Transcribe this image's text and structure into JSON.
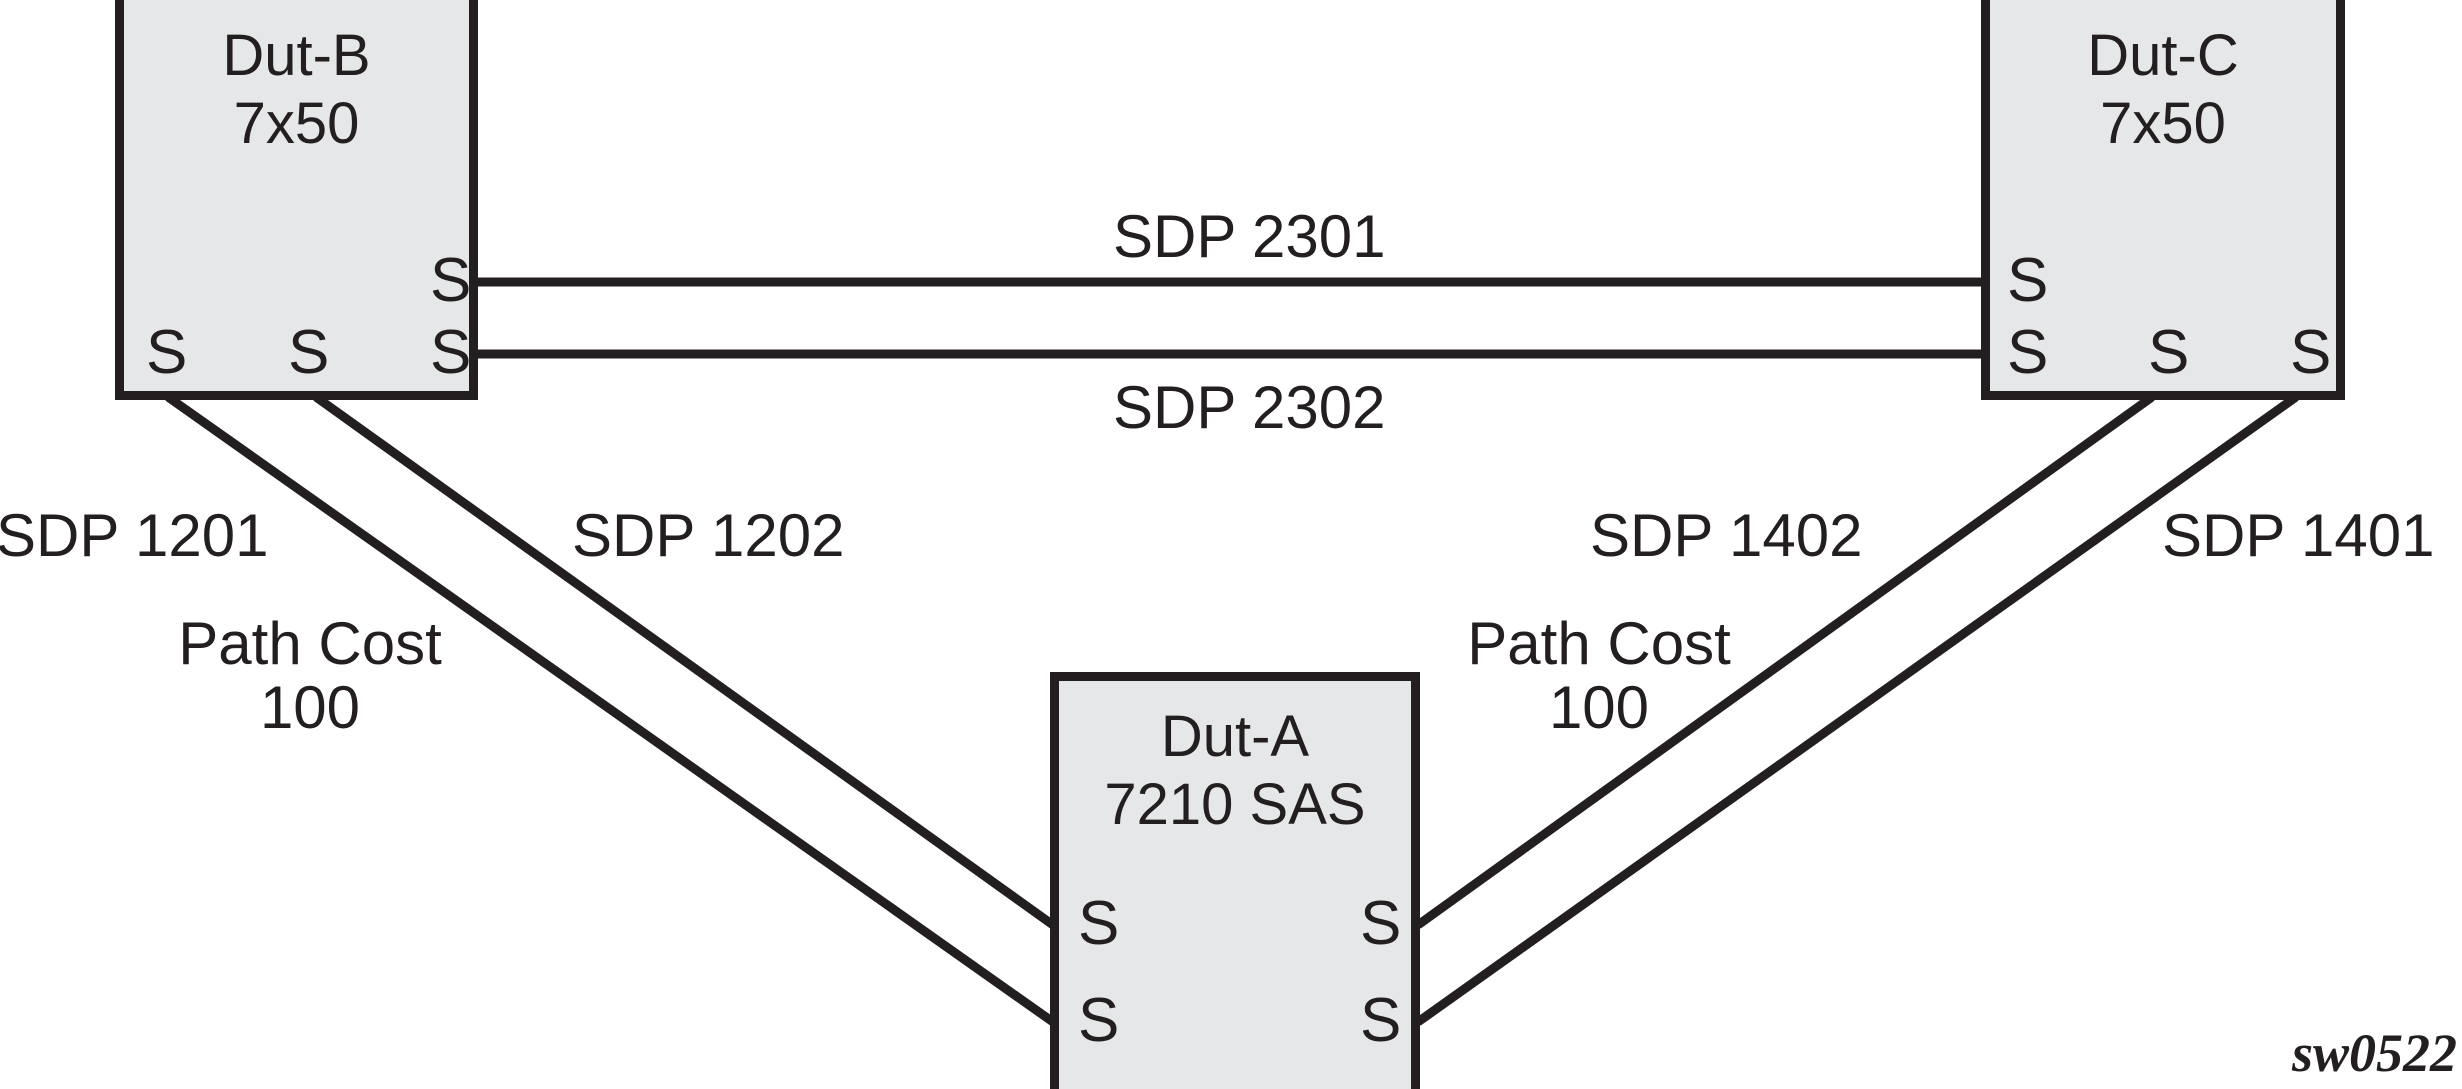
{
  "diagram": {
    "figure_id": "sw0522",
    "colors": {
      "box_fill": "#e6e7e8",
      "stroke": "#231f20",
      "background": "#ffffff"
    },
    "nodes": [
      {
        "id": "dut-b",
        "name": "Dut-B",
        "model": "7x50",
        "ports": [
          {
            "label": "S",
            "name": "port-s-dut-b-1"
          },
          {
            "label": "S",
            "name": "port-s-dut-b-2"
          },
          {
            "label": "S",
            "name": "port-s-dut-b-3"
          },
          {
            "label": "S",
            "name": "port-s-dut-b-4"
          }
        ]
      },
      {
        "id": "dut-c",
        "name": "Dut-C",
        "model": "7x50",
        "ports": [
          {
            "label": "S",
            "name": "port-s-dut-c-1"
          },
          {
            "label": "S",
            "name": "port-s-dut-c-2"
          },
          {
            "label": "S",
            "name": "port-s-dut-c-3"
          },
          {
            "label": "S",
            "name": "port-s-dut-c-4"
          }
        ]
      },
      {
        "id": "dut-a",
        "name": "Dut-A",
        "model": "7210 SAS",
        "ports": [
          {
            "label": "S",
            "name": "port-s-dut-a-1"
          },
          {
            "label": "S",
            "name": "port-s-dut-a-2"
          },
          {
            "label": "S",
            "name": "port-s-dut-a-3"
          },
          {
            "label": "S",
            "name": "port-s-dut-a-4"
          }
        ]
      }
    ],
    "links": [
      {
        "id": "sdp-2301",
        "label": "SDP 2301",
        "from": "dut-b",
        "to": "dut-c"
      },
      {
        "id": "sdp-2302",
        "label": "SDP 2302",
        "from": "dut-b",
        "to": "dut-c"
      },
      {
        "id": "sdp-1201",
        "label": "SDP 1201",
        "from": "dut-b",
        "to": "dut-a",
        "path_cost_label": "Path Cost",
        "path_cost_value": "100"
      },
      {
        "id": "sdp-1202",
        "label": "SDP 1202",
        "from": "dut-b",
        "to": "dut-a"
      },
      {
        "id": "sdp-1402",
        "label": "SDP 1402",
        "from": "dut-c",
        "to": "dut-a",
        "path_cost_label": "Path Cost",
        "path_cost_value": "100"
      },
      {
        "id": "sdp-1401",
        "label": "SDP 1401",
        "from": "dut-c",
        "to": "dut-a"
      }
    ],
    "annotations": {
      "path_cost_left_label": "Path Cost",
      "path_cost_left_value": "100",
      "path_cost_right_label": "Path Cost",
      "path_cost_right_value": "100"
    }
  }
}
